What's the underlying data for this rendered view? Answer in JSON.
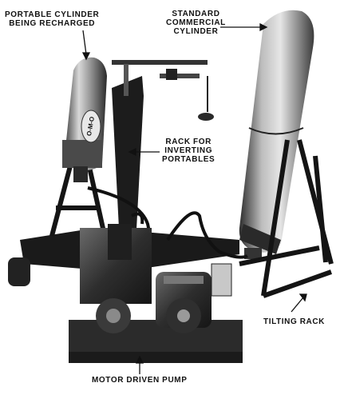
{
  "image": {
    "subject": "photograph",
    "colors": {
      "paper": "#ffffff",
      "ink": "#111111"
    }
  },
  "labels": {
    "portable": [
      "PORTABLE CYLINDER",
      "BEING RECHARGED"
    ],
    "standard": [
      "STANDARD",
      "COMMERCIAL",
      "CYLINDER"
    ],
    "rack": [
      "RACK FOR",
      "INVERTING",
      "PORTABLES"
    ],
    "tilting": "TILTING RACK",
    "motor": "MOTOR DRIVEN PUMP"
  },
  "nameplate": "O-M-O"
}
